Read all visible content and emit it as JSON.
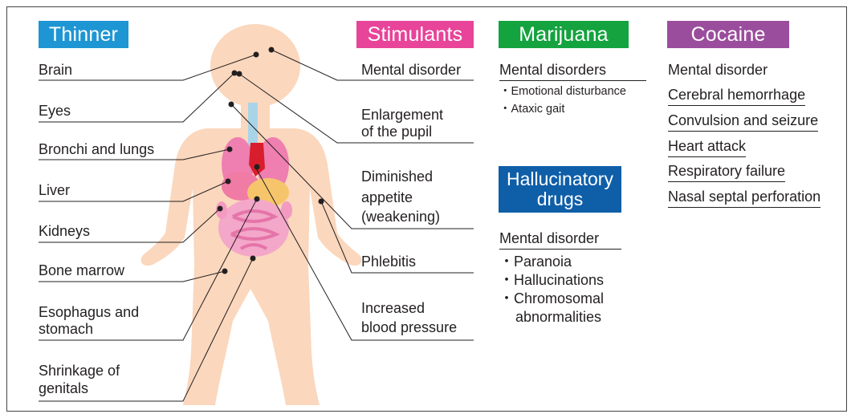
{
  "colors": {
    "thinner": "#1e96d3",
    "stimulants": "#e8449a",
    "marijuana": "#14a33f",
    "hallucinatory": "#0f5ea8",
    "cocaine": "#9b4d9d",
    "skin": "#fbd7bd"
  },
  "headers": {
    "thinner": "Thinner",
    "stimulants": "Stimulants",
    "marijuana": "Marijuana",
    "hallucinatory_line1": "Hallucinatory",
    "hallucinatory_line2": "drugs",
    "cocaine": "Cocaine"
  },
  "thinner_items": [
    "Brain",
    "Eyes",
    "Bronchi and lungs",
    "Liver",
    "Kidneys",
    "Bone marrow",
    "Esophagus and",
    "stomach",
    "Shrinkage of",
    "genitals"
  ],
  "stimulants_items": [
    "Mental disorder",
    "Enlargement",
    "of the pupil",
    "Diminished",
    "appetite",
    "(weakening)",
    "Phlebitis",
    "Increased",
    "blood pressure"
  ],
  "marijuana": {
    "main": "Mental disorders",
    "subs": [
      "・Emotional disturbance",
      "・Ataxic gait"
    ]
  },
  "hallucinatory": {
    "main": "Mental disorder",
    "subs": [
      "・Paranoia",
      "・Hallucinations",
      "・Chromosomal",
      "abnormalities"
    ]
  },
  "cocaine_items": [
    "Mental disorder",
    "Cerebral hemorrhage",
    "Convulsion and seizure",
    "Heart attack",
    "Respiratory failure",
    "Nasal septal perforation"
  ]
}
